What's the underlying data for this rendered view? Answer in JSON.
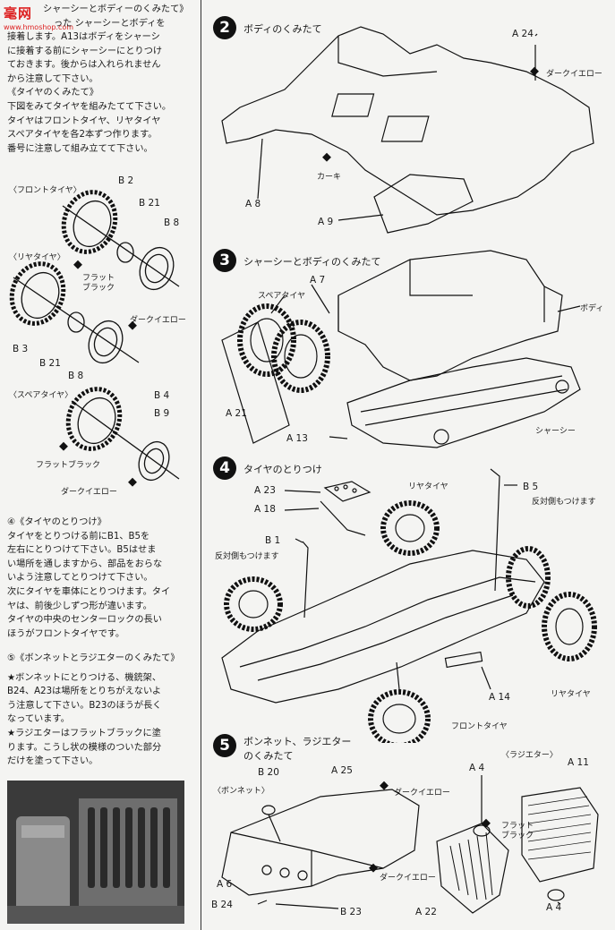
{
  "watermark": {
    "logo": "毫网",
    "url": "www.hmoshop.com"
  },
  "left_text": {
    "intro_lines": [
      "シャーシーとボディーのくみたて》",
      "った シャーシーとボディを",
      "接着します。A13はボディをシャーシ",
      "に接着する前にシャーシーにとりつけ",
      "ておきます。後からは入れられません",
      "から注意して下さい。"
    ],
    "tire_heading": "《タイヤのくみたて》",
    "tire_lines": [
      "下図をみてタイヤを組みたてて下さい。",
      "タイヤはフロントタイヤ、リヤタイヤ",
      "スペアタイヤを各2本ずつ作ります。",
      "番号に注意して組み立てて下さい。"
    ],
    "step4_heading": "④《タイヤのとりつけ》",
    "step4_lines": [
      "タイヤをとりつける前にB1、B5を",
      "左右にとりつけて下さい。B5はせま",
      "い場所を通しますから、部品をおらな",
      "いよう注意してとりつけて下さい。",
      "次にタイヤを車体にとりつけます。タイ",
      "ヤは、前後少しずつ形が違います。",
      "タイヤの中央のセンターロックの長い",
      "ほうがフロントタイヤです。"
    ],
    "step5_heading": "⑤《ボンネットとラジエターのくみたて》",
    "step5_lines": [
      "★ボンネットにとりつける、機銃架、",
      "B24、A23は場所をとりちがえないよ",
      "う注意して下さい。B23のほうが長く",
      "なっています。",
      "★ラジエターはフラットブラックに塗",
      "ります。こうし状の模様のついた部分",
      "だけを塗って下さい。"
    ]
  },
  "tire_diagram": {
    "front_label": "〈フロントタイヤ〉",
    "rear_label": "〈リヤタイヤ〉",
    "spare_label": "〈スペアタイヤ〉",
    "parts": {
      "b2": "B 2",
      "b21a": "B 21",
      "b8a": "B 8",
      "b3": "B 3",
      "b21b": "B 21",
      "b8b": "B 8",
      "b4": "B 4",
      "b9": "B 9"
    },
    "paint_flat_black_1": "フラット\nブラック",
    "paint_dark_yellow_1": "ダークイエロー",
    "paint_flat_black_2": "フラットブラック",
    "paint_dark_yellow_2": "ダークイエロー"
  },
  "step2": {
    "number": "2",
    "title": "ボディのくみたて",
    "a24": "A 24",
    "dark_yellow": "ダークイエロー",
    "khaki": "カーキ",
    "a8": "A 8",
    "a9": "A 9"
  },
  "step3": {
    "number": "3",
    "title": "シャーシーとボディのくみたて",
    "spare_tire": "スペアタイヤ",
    "a7": "A 7",
    "body": "ボディ",
    "a21": "A 21",
    "a13": "A 13",
    "chassis": "シャーシー"
  },
  "step4": {
    "number": "4",
    "title": "タイヤのとりつけ",
    "a23": "A 23",
    "rear_tire_top": "リヤタイヤ",
    "b5": "B 5",
    "opposite_b5": "反対側もつけます",
    "a18": "A 18",
    "b1": "B 1",
    "opposite_b1": "反対側もつけます",
    "a14": "A 14",
    "rear_tire_right": "リヤタイヤ",
    "front_tire": "フロントタイヤ"
  },
  "step5": {
    "number": "5",
    "title_line1": "ボンネット、ラジエター",
    "title_line2": "のくみたて",
    "b20": "B 20",
    "a25": "A 25",
    "a4_top": "A 4",
    "radiator": "〈ラジエター〉",
    "a11": "A 11",
    "bonnet": "〈ボンネット〉",
    "dark_yellow_1": "ダークイエロー",
    "flat_black": "フラット\nブラック",
    "dark_yellow_2": "ダークイエロー",
    "a6": "A 6",
    "b24": "B 24",
    "b23": "B 23",
    "a22": "A 22",
    "a4_bottom": "A 4"
  }
}
